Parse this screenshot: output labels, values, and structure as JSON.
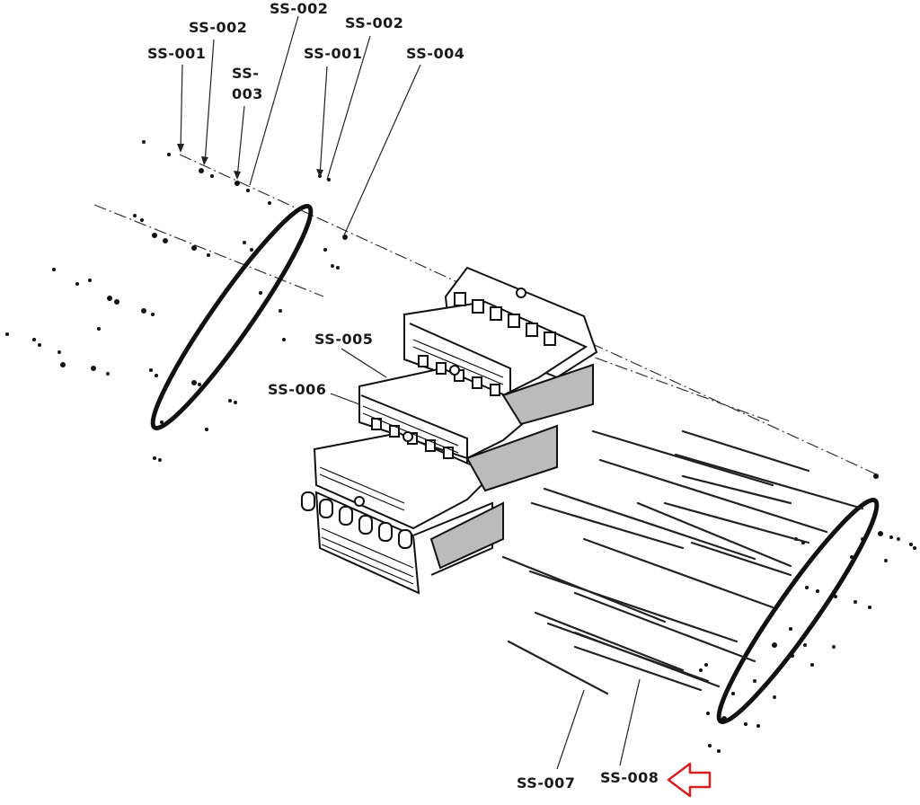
{
  "diagram": {
    "labels": {
      "ss001_left": "SS-001",
      "ss002_a": "SS-002",
      "ss003_line1": "SS-",
      "ss003_line2": "003",
      "ss002_b": "SS-002",
      "ss001_right": "SS-001",
      "ss002_c": "SS-002",
      "ss004": "SS-004",
      "ss005": "SS-005",
      "ss006": "SS-006",
      "ss007": "SS-007",
      "ss008": "SS-008"
    },
    "highlight_color": "#d42020",
    "line_color": "#1a1a1a"
  }
}
